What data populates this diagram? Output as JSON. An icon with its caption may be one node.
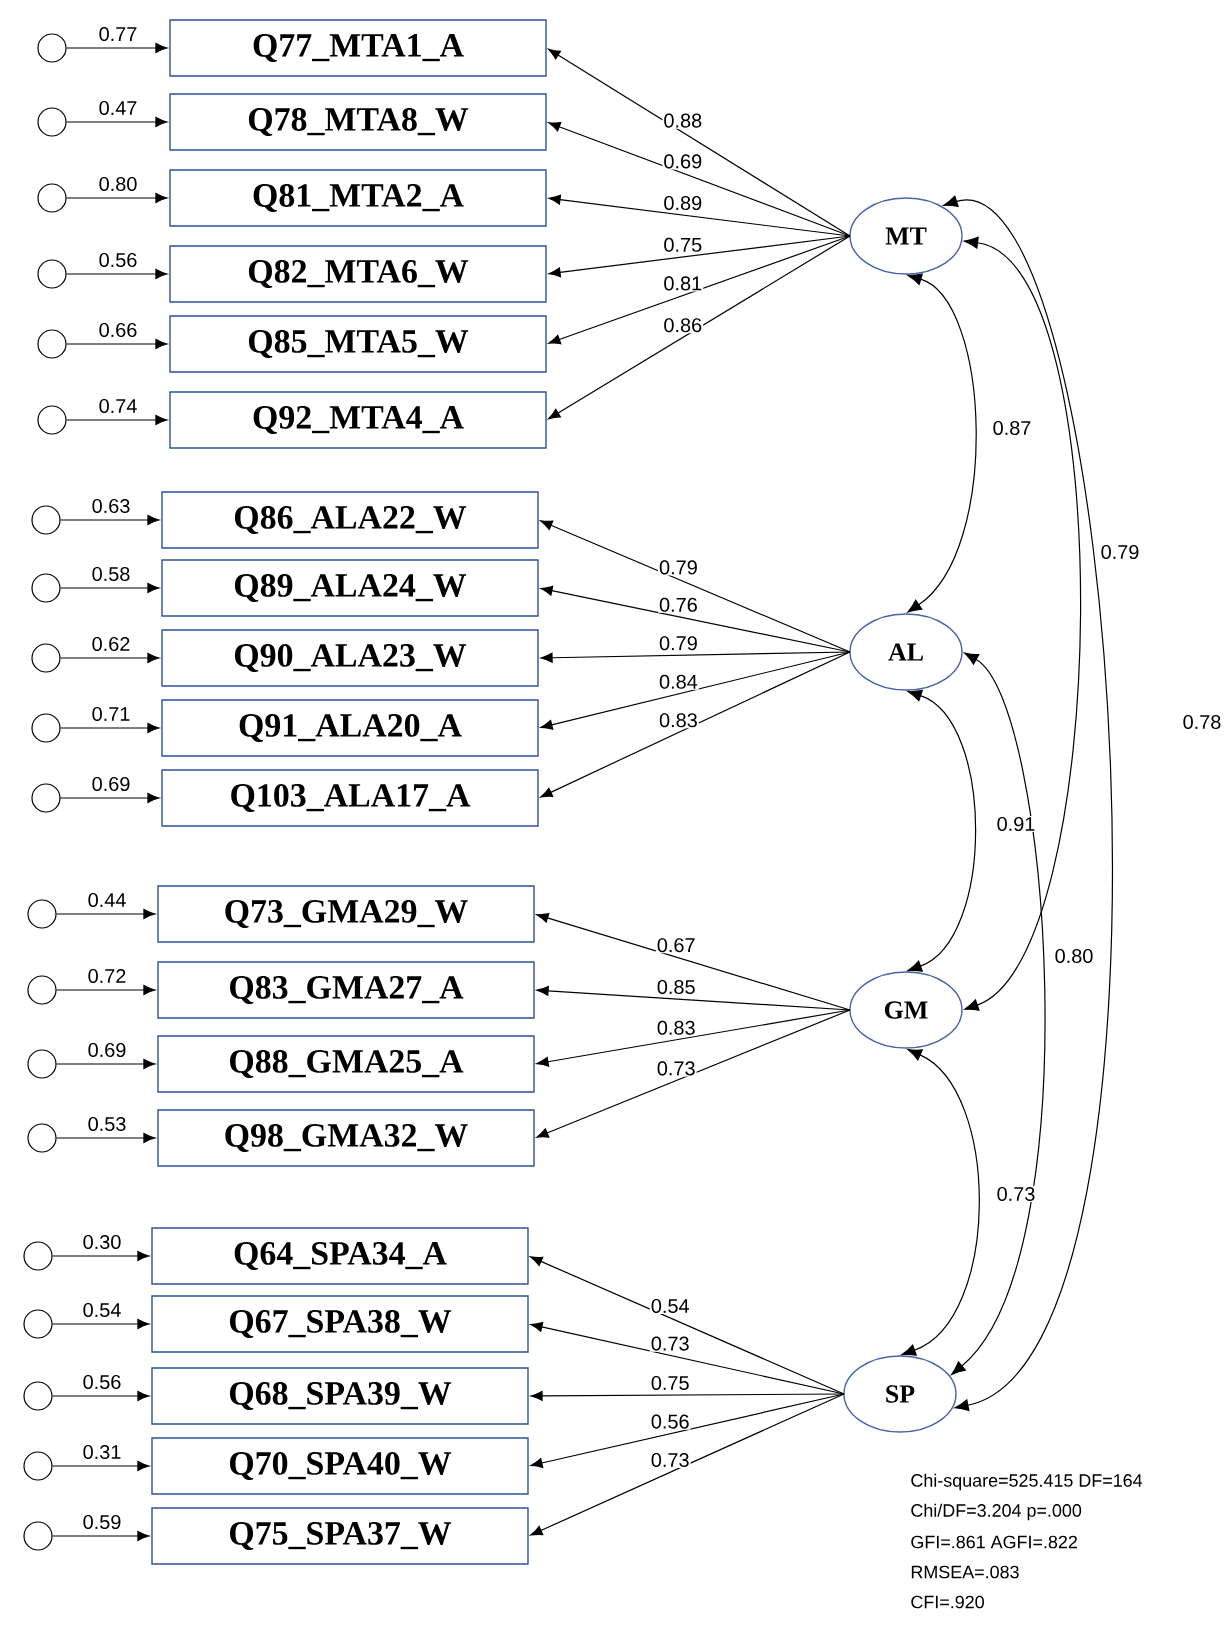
{
  "diagram": {
    "nodes": [
      {
        "text": [],
        "shape": "circle"
      },
      {
        "text": [],
        "shape": "circle"
      },
      {
        "text": [],
        "shape": "circle"
      },
      {
        "text": [],
        "shape": "circle"
      },
      {
        "text": [],
        "shape": "circle"
      },
      {
        "text": [],
        "shape": "circle"
      },
      {
        "text": [],
        "shape": "circle"
      },
      {
        "text": [],
        "shape": "circle"
      },
      {
        "text": [],
        "shape": "circle"
      },
      {
        "text": [],
        "shape": "circle"
      },
      {
        "text": [],
        "shape": "circle"
      },
      {
        "text": [],
        "shape": "circle"
      },
      {
        "text": [],
        "shape": "circle"
      },
      {
        "text": [],
        "shape": "circle"
      },
      {
        "text": [],
        "shape": "circle"
      },
      {
        "text": [],
        "shape": "circle"
      },
      {
        "text": [],
        "shape": "circle"
      },
      {
        "text": [],
        "shape": "circle"
      },
      {
        "text": [],
        "shape": "circle"
      },
      {
        "text": [],
        "shape": "circle"
      },
      {
        "text": [
          "Q77_MTA1_A"
        ]
      },
      {
        "text": [
          "Q78_MTA8_W"
        ]
      },
      {
        "text": [
          "Q81_MTA2_A"
        ]
      },
      {
        "text": [
          "Q82_MTA6_W"
        ]
      },
      {
        "text": [
          "Q85_MTA5_W"
        ]
      },
      {
        "text": [
          "Q92_MTA4_A"
        ]
      },
      {
        "text": [
          "Q86_ALA22_W"
        ]
      },
      {
        "text": [
          "Q89_ALA24_W"
        ]
      },
      {
        "text": [
          "Q90_ALA23_W"
        ]
      },
      {
        "text": [
          "Q91_ALA20_A"
        ]
      },
      {
        "text": [
          "Q103_ALA17_A"
        ]
      },
      {
        "text": [
          "Q73_GMA29_W"
        ]
      },
      {
        "text": [
          "Q83_GMA27_A"
        ]
      },
      {
        "text": [
          "Q88_GMA25_A"
        ]
      },
      {
        "text": [
          "Q98_GMA32_W"
        ]
      },
      {
        "text": [
          "Q64_SPA34_A"
        ]
      },
      {
        "text": [
          "Q67_SPA38_W"
        ]
      },
      {
        "text": [
          "Q68_SPA39_W"
        ]
      },
      {
        "text": [
          "Q70_SPA40_W"
        ]
      },
      {
        "text": [
          "Q75_SPA37_W"
        ]
      },
      {
        "text": [
          "MT"
        ]
      },
      {
        "text": [
          "AL"
        ]
      },
      {
        "text": [
          "GM"
        ]
      },
      {
        "text": [
          "SP"
        ]
      }
    ],
    "edges": [
      {
        "from": 0,
        "to": 20,
        "arrow": "to",
        "label": "0.77"
      },
      {
        "from": 1,
        "to": 21,
        "arrow": "to",
        "label": "0.47"
      },
      {
        "from": 2,
        "to": 22,
        "arrow": "to",
        "label": "0.80"
      },
      {
        "from": 3,
        "to": 23,
        "arrow": "to",
        "label": "0.56"
      },
      {
        "from": 4,
        "to": 24,
        "arrow": "to",
        "label": "0.66"
      },
      {
        "from": 5,
        "to": 25,
        "arrow": "to",
        "label": "0.74"
      },
      {
        "from": 6,
        "to": 26,
        "arrow": "to",
        "label": "0.63"
      },
      {
        "from": 7,
        "to": 27,
        "arrow": "to",
        "label": "0.58"
      },
      {
        "from": 8,
        "to": 28,
        "arrow": "to",
        "label": "0.62"
      },
      {
        "from": 9,
        "to": 29,
        "arrow": "to",
        "label": "0.71"
      },
      {
        "from": 10,
        "to": 30,
        "arrow": "to",
        "label": "0.69"
      },
      {
        "from": 11,
        "to": 31,
        "arrow": "to",
        "label": "0.44"
      },
      {
        "from": 12,
        "to": 32,
        "arrow": "to",
        "label": "0.72"
      },
      {
        "from": 13,
        "to": 33,
        "arrow": "to",
        "label": "0.69"
      },
      {
        "from": 14,
        "to": 34,
        "arrow": "to",
        "label": "0.53"
      },
      {
        "from": 15,
        "to": 35,
        "arrow": "to",
        "label": "0.30"
      },
      {
        "from": 16,
        "to": 36,
        "arrow": "to",
        "label": "0.54"
      },
      {
        "from": 17,
        "to": 37,
        "arrow": "to",
        "label": "0.56"
      },
      {
        "from": 18,
        "to": 38,
        "arrow": "to",
        "label": "0.31"
      },
      {
        "from": 19,
        "to": 39,
        "arrow": "to",
        "label": "0.59"
      },
      {
        "from": 40,
        "to": 20,
        "arrow": "to",
        "label": "0.88"
      },
      {
        "from": 40,
        "to": 21,
        "arrow": "to",
        "label": "0.69"
      },
      {
        "from": 40,
        "to": 22,
        "arrow": "to",
        "label": "0.89"
      },
      {
        "from": 40,
        "to": 23,
        "arrow": "to",
        "label": "0.75"
      },
      {
        "from": 40,
        "to": 24,
        "arrow": "to",
        "label": "0.81"
      },
      {
        "from": 40,
        "to": 25,
        "arrow": "to",
        "label": "0.86"
      },
      {
        "from": 41,
        "to": 26,
        "arrow": "to",
        "label": "0.79"
      },
      {
        "from": 41,
        "to": 27,
        "arrow": "to",
        "label": "0.76"
      },
      {
        "from": 41,
        "to": 28,
        "arrow": "to",
        "label": "0.79"
      },
      {
        "from": 41,
        "to": 29,
        "arrow": "to",
        "label": "0.84"
      },
      {
        "from": 41,
        "to": 30,
        "arrow": "to",
        "label": "0.83"
      },
      {
        "from": 42,
        "to": 31,
        "arrow": "to",
        "label": "0.67"
      },
      {
        "from": 42,
        "to": 32,
        "arrow": "to",
        "label": "0.85"
      },
      {
        "from": 42,
        "to": 33,
        "arrow": "to",
        "label": "0.83"
      },
      {
        "from": 42,
        "to": 34,
        "arrow": "to",
        "label": "0.73"
      },
      {
        "from": 43,
        "to": 35,
        "arrow": "to",
        "label": "0.54"
      },
      {
        "from": 43,
        "to": 36,
        "arrow": "to",
        "label": "0.73"
      },
      {
        "from": 43,
        "to": 37,
        "arrow": "to",
        "label": "0.75"
      },
      {
        "from": 43,
        "to": 38,
        "arrow": "to",
        "label": "0.56"
      },
      {
        "from": 43,
        "to": 39,
        "arrow": "to",
        "label": "0.73"
      },
      {
        "from": 40,
        "to": 41,
        "arrow": "both",
        "label": "0.87"
      },
      {
        "from": 41,
        "to": 42,
        "arrow": "both",
        "label": "0.91"
      },
      {
        "from": 42,
        "to": 43,
        "arrow": "both",
        "label": "0.73"
      },
      {
        "from": 40,
        "to": 42,
        "arrow": "both",
        "label": "0.79"
      },
      {
        "from": 41,
        "to": 43,
        "arrow": "both",
        "label": "0.80"
      },
      {
        "from": 40,
        "to": 43,
        "arrow": "both",
        "label": "0.78"
      }
    ],
    "labels": [
      "Chi-square=525.415 DF=164",
      "Chi/DF=3.204 p=.000",
      "GFI=.861 AGFI=.822",
      "RMSEA=.083",
      "CFI=.920"
    ]
  }
}
